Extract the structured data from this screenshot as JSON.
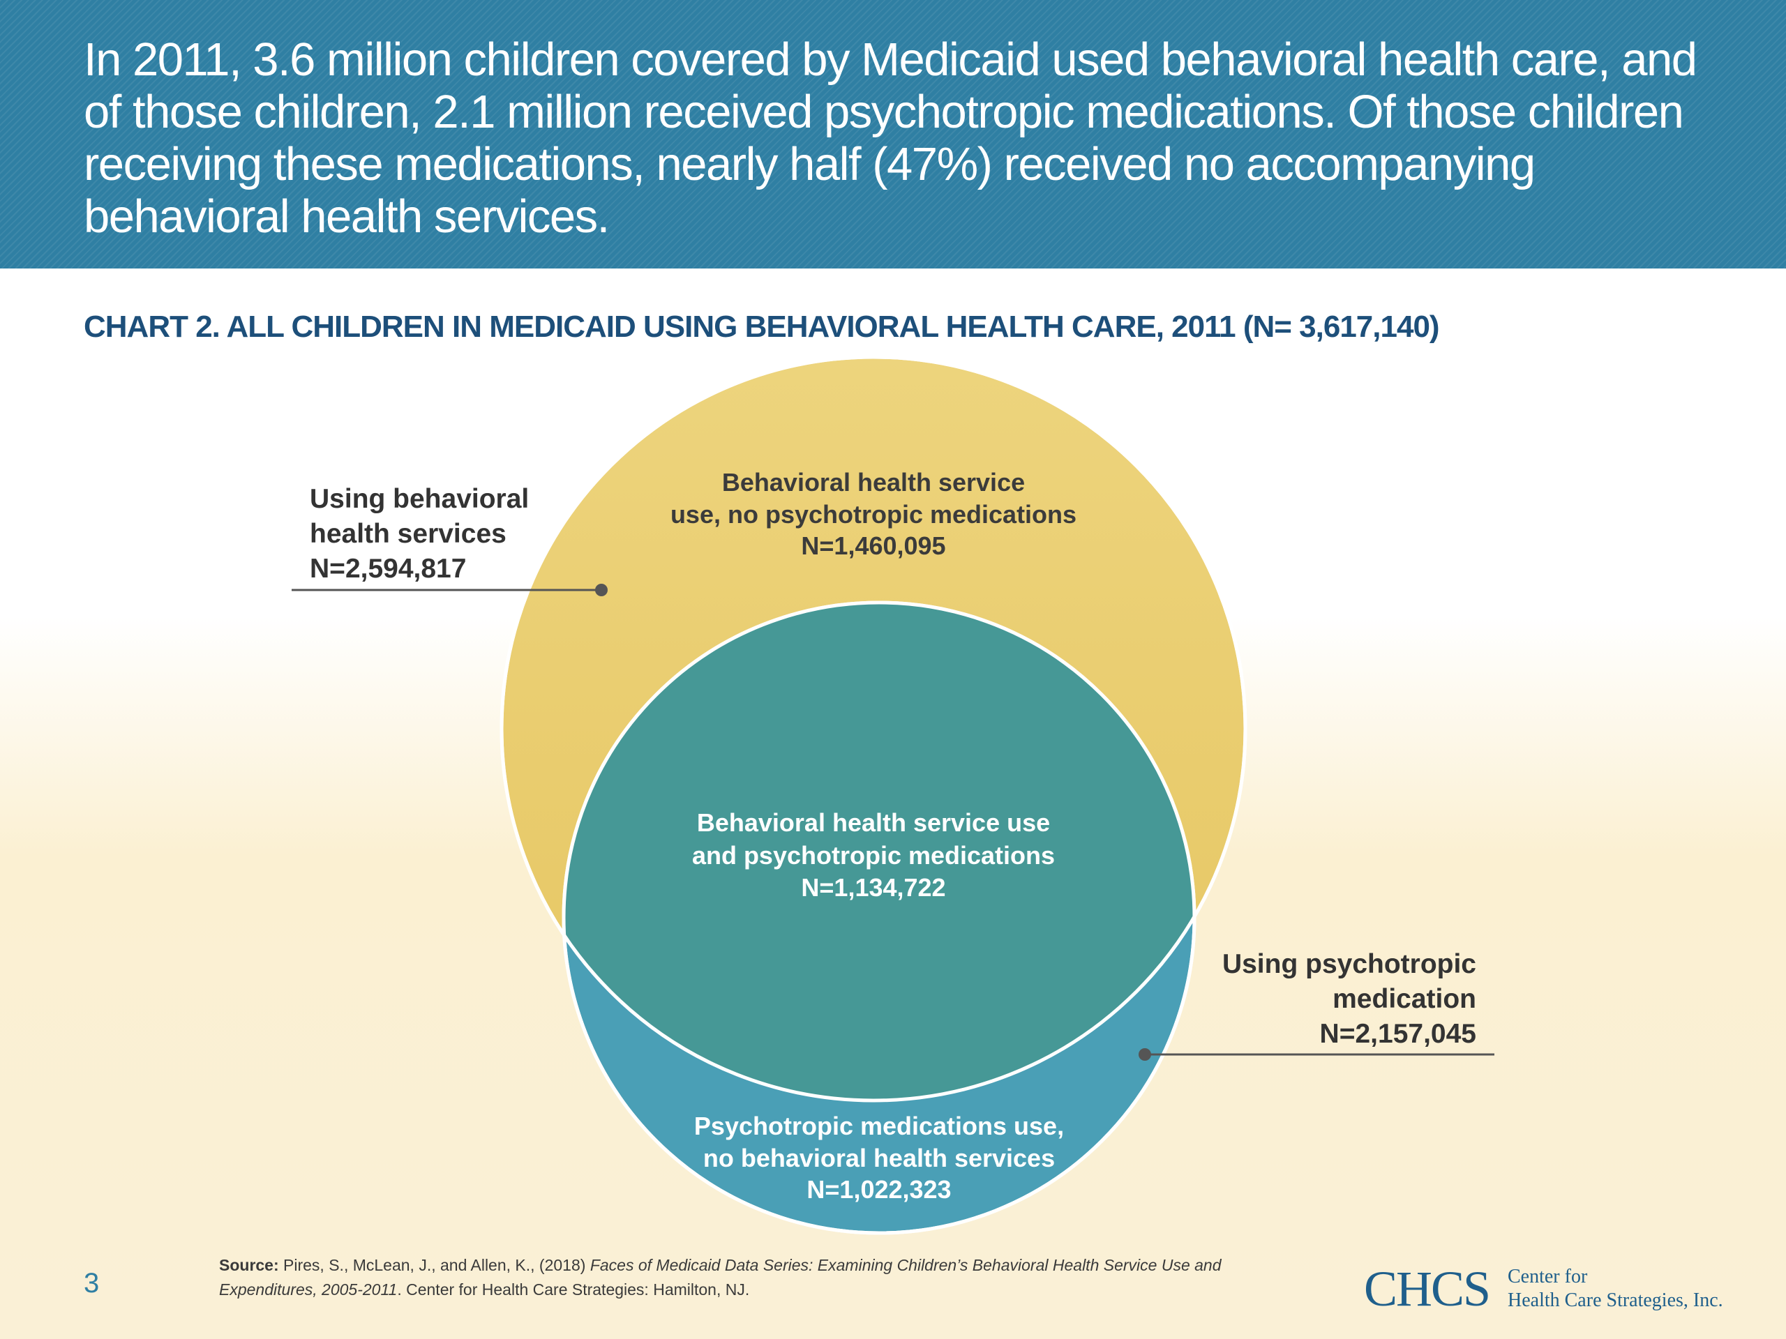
{
  "banner": {
    "text": "In 2011, 3.6 million children covered by Medicaid used behavioral health care, and of those children, 2.1 million received psychotropic medications. Of those children receiving these medications, nearly half (47%) received no accompanying behavioral health services."
  },
  "chart_title": "CHART 2. ALL CHILDREN IN MEDICAID USING BEHAVIORAL HEALTH CARE, 2011 (N= 3,617,140)",
  "venn": {
    "outer_top": {
      "line1": "Behavioral health service",
      "line2": "use, no psychotropic medications",
      "line3": "N=1,460,095"
    },
    "overlap": {
      "line1": "Behavioral health service use",
      "line2": "and psychotropic medications",
      "line3": "N=1,134,722"
    },
    "bottom": {
      "line1": "Psychotropic medications use,",
      "line2": "no behavioral health services",
      "line3": "N=1,022,323"
    },
    "callout_left": {
      "line1": "Using behavioral",
      "line2": "health services",
      "line3": "N=2,594,817"
    },
    "callout_right": {
      "line1": "Using psychotropic",
      "line2": "medication",
      "line3": "N=2,157,045"
    },
    "colors": {
      "behavioral": "#ecd27a",
      "overlap": "#469896",
      "psychotropic": "#4a9fb6"
    }
  },
  "source": {
    "label": "Source:",
    "authors": " Pires, S., McLean, J., and Allen, K., (2018) ",
    "title": "Faces of Medicaid Data Series: Examining Children’s Behavioral Health Service Use and Expenditures, 2005-2011",
    "publisher": ". Center for Health Care Strategies: Hamilton, NJ."
  },
  "page_number": "3",
  "logo": {
    "mark": "CHCS",
    "line1": "Center for",
    "line2": "Health Care Strategies, Inc."
  }
}
